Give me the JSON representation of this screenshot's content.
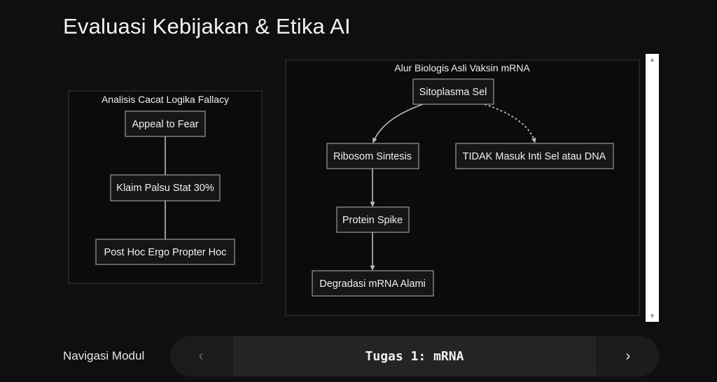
{
  "page": {
    "title": "Evaluasi Kebijakan & Etika AI"
  },
  "diagrams": [
    {
      "title": "Analisis Cacat Logika Fallacy",
      "nodes": [
        "Appeal to Fear",
        "Klaim Palsu Stat 30%",
        "Post Hoc Ergo Propter Hoc"
      ],
      "edges": [
        {
          "from": "Appeal to Fear",
          "to": "Klaim Palsu Stat 30%",
          "style": "solid",
          "arrow": false
        },
        {
          "from": "Klaim Palsu Stat 30%",
          "to": "Post Hoc Ergo Propter Hoc",
          "style": "solid",
          "arrow": false
        }
      ]
    },
    {
      "title": "Alur Biologis Asli Vaksin mRNA",
      "nodes": [
        "Sitoplasma Sel",
        "Ribosom Sintesis",
        "TIDAK Masuk Inti Sel atau DNA",
        "Protein Spike",
        "Degradasi mRNA Alami"
      ],
      "edges": [
        {
          "from": "Sitoplasma Sel",
          "to": "Ribosom Sintesis",
          "style": "solid",
          "arrow": true
        },
        {
          "from": "Sitoplasma Sel",
          "to": "TIDAK Masuk Inti Sel atau DNA",
          "style": "dotted",
          "arrow": true
        },
        {
          "from": "Ribosom Sintesis",
          "to": "Protein Spike",
          "style": "solid",
          "arrow": true
        },
        {
          "from": "Protein Spike",
          "to": "Degradasi mRNA Alami",
          "style": "solid",
          "arrow": true
        }
      ]
    }
  ],
  "navigation": {
    "label": "Navigasi Modul",
    "prev_icon": "chevron-left-icon",
    "current": "Tugas 1: mRNA",
    "next_icon": "chevron-right-icon"
  },
  "colors": {
    "background": "#0f0f0f",
    "node_border": "#9a9a9a",
    "edge": "#bdbdbd"
  }
}
